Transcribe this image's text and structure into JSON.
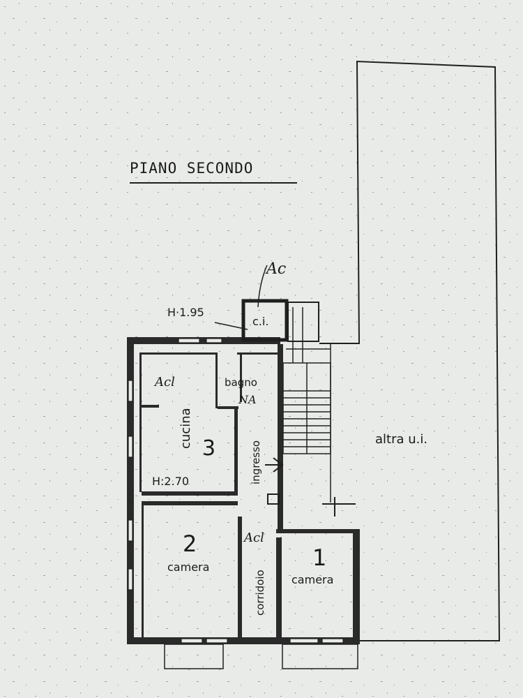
{
  "plan": {
    "title": "PIANO SECONDO",
    "height_top": "H·1.95",
    "height_kitchen": "H:2.70",
    "adjacent_unit": "altra u.i.",
    "annotations": {
      "top": "Ac",
      "kitchen": "Acl",
      "bath": "NA",
      "corridor": "Acl"
    },
    "rooms": [
      {
        "id": "ci",
        "label": "c.i."
      },
      {
        "id": "bagno",
        "label": "bagno"
      },
      {
        "id": "cucina",
        "label": "cucina",
        "number": "3"
      },
      {
        "id": "ingresso",
        "label": "ingresso"
      },
      {
        "id": "camera-2",
        "label": "camera",
        "number": "2"
      },
      {
        "id": "corridoio",
        "label": "corridoio"
      },
      {
        "id": "camera-1",
        "label": "camera",
        "number": "1"
      }
    ]
  }
}
